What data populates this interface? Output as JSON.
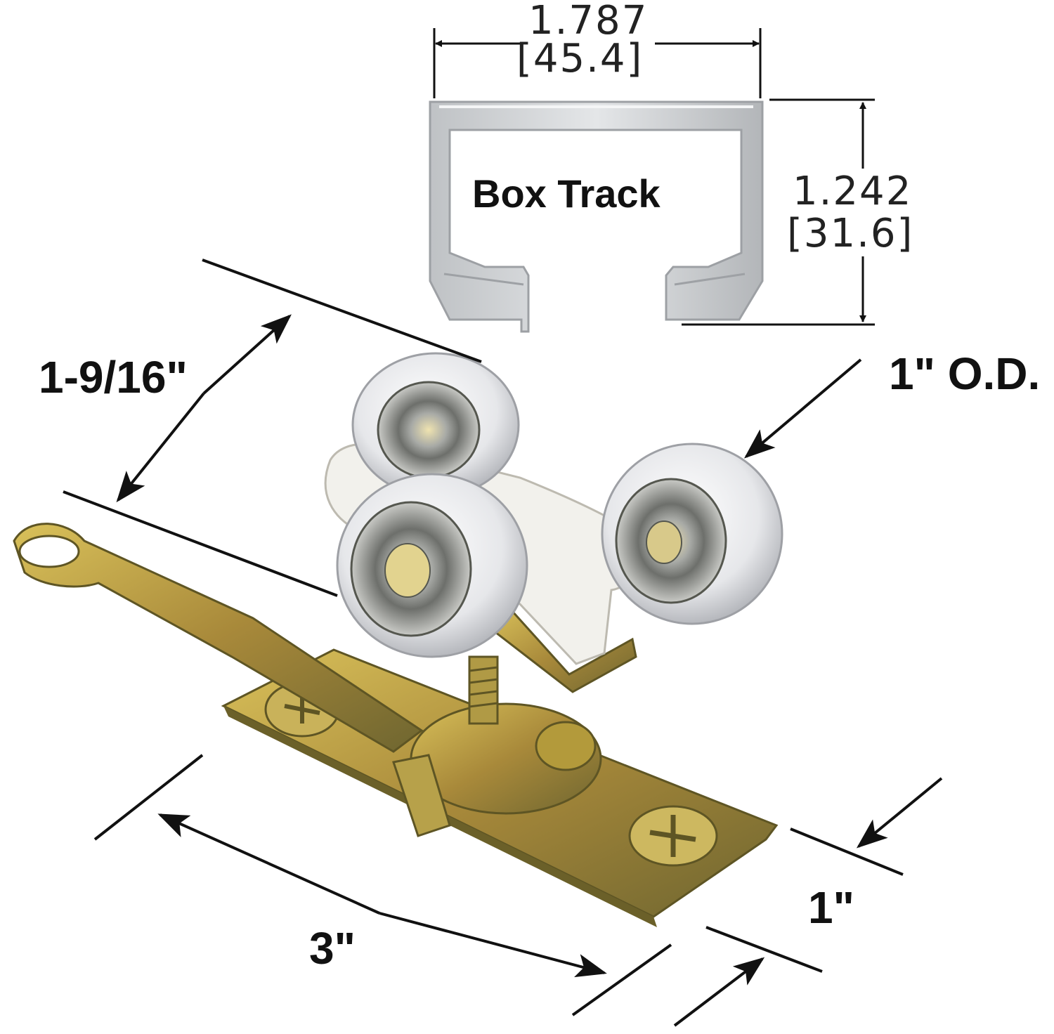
{
  "box_track": {
    "title": "Box Track",
    "width_in": "1.787",
    "width_mm": "[45.4]",
    "height_in": "1.242",
    "height_mm": "[31.6]"
  },
  "roller": {
    "wheel_diameter": "1\" O.D.",
    "wheel_span": "1-9/16\"",
    "plate_length": "3\"",
    "plate_width": "1\""
  },
  "colors": {
    "aluminum": "#c7cacc",
    "nylon": "#f2f1ec",
    "brass": "#b99a2f",
    "steel": "#9a9c98"
  }
}
